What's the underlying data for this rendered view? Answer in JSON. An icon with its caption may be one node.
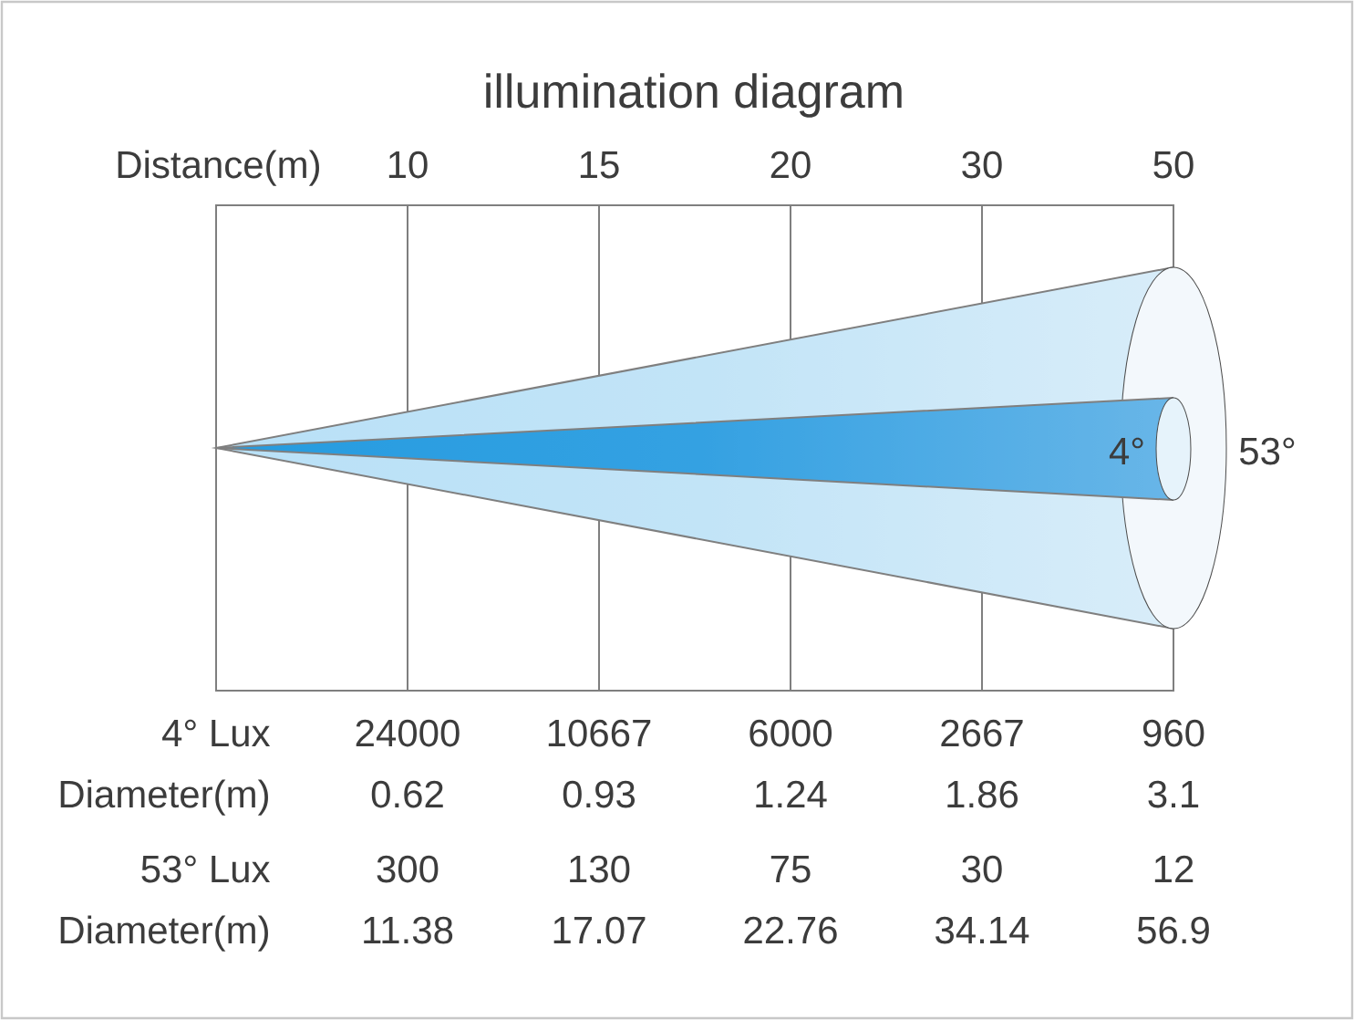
{
  "diagram": {
    "title": "illumination diagram",
    "labels": [
      "Distance(m)",
      "10",
      "15",
      "20",
      "30",
      "50",
      "4°",
      "53°",
      "4° Lux",
      "24000",
      "10667",
      "6000",
      "2667",
      "960",
      "Diameter(m)",
      "0.62",
      "0.93",
      "1.24",
      "1.86",
      "3.1",
      "53° Lux",
      "300",
      "130",
      "75",
      "30",
      "12",
      "Diameter(m)",
      "11.38",
      "17.07",
      "22.76",
      "34.14",
      "56.9"
    ]
  }
}
